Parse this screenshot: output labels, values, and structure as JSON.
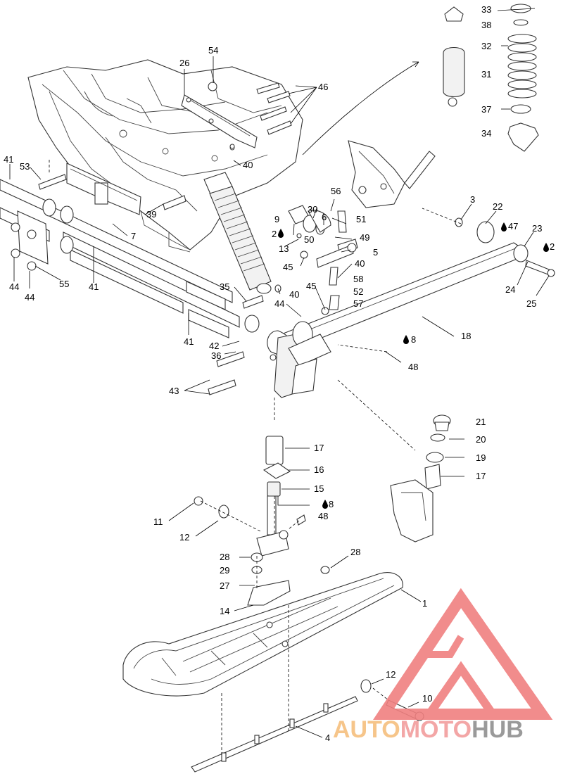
{
  "parts": {
    "p1": "1",
    "p2": "2",
    "p3": "3",
    "p4": "4",
    "p5": "5",
    "p6": "6",
    "p7": "7",
    "p8": "8",
    "p9": "9",
    "p10": "10",
    "p11": "11",
    "p12": "12",
    "p13": "13",
    "p14": "14",
    "p15": "15",
    "p16": "16",
    "p17": "17",
    "p18": "18",
    "p19": "19",
    "p20": "20",
    "p21": "21",
    "p22": "22",
    "p23": "23",
    "p24": "24",
    "p25": "25",
    "p26": "26",
    "p27": "27",
    "p28": "28",
    "p29": "29",
    "p30": "30",
    "p31": "31",
    "p32": "32",
    "p33": "33",
    "p34": "34",
    "p35": "35",
    "p36": "36",
    "p37": "37",
    "p38": "38",
    "p39": "39",
    "p40": "40",
    "p41": "41",
    "p42": "42",
    "p43": "43",
    "p44": "44",
    "p45": "45",
    "p46": "46",
    "p47": "47",
    "p48": "48",
    "p49": "49",
    "p50": "50",
    "p51": "51",
    "p52": "52",
    "p53": "53",
    "p54": "54",
    "p55": "55",
    "p56": "56",
    "p57": "57",
    "p58": "58"
  },
  "watermark": {
    "word_a": "AUTO",
    "word_b": "MOTO",
    "word_c": "HUB",
    "color_a": "#f6c58a",
    "color_b": "#f3a6a6",
    "color_c": "#9a9a9a",
    "logo_color": "#f08080"
  },
  "icons": [
    "oil-drop-icon"
  ]
}
